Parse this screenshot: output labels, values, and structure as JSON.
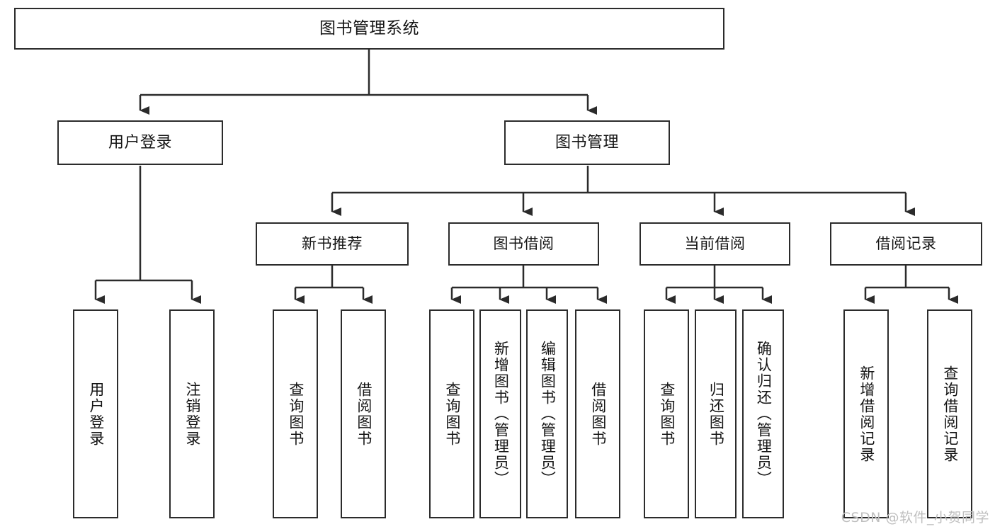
{
  "diagram": {
    "title": "图书管理系统",
    "type": "hierarchy-tree",
    "edge_color": "#2b2b2b",
    "box_border_color": "#2b2b2b",
    "box_fill_color": "#ffffff",
    "text_color": "#141414"
  },
  "nodes": {
    "root": {
      "label": "图书管理系统"
    },
    "level2": [
      {
        "label": "用户登录"
      },
      {
        "label": "图书管理"
      }
    ],
    "level3": [
      {
        "label": "新书推荐"
      },
      {
        "label": "图书借阅"
      },
      {
        "label": "当前借阅"
      },
      {
        "label": "借阅记录"
      }
    ],
    "leaves": [
      {
        "label": "用户登录"
      },
      {
        "label": "注销登录"
      },
      {
        "label": "查询图书"
      },
      {
        "label": "借阅图书"
      },
      {
        "label": "查询图书"
      },
      {
        "label": "新增图书（管理员）"
      },
      {
        "label": "编辑图书（管理员）"
      },
      {
        "label": "借阅图书"
      },
      {
        "label": "查询图书"
      },
      {
        "label": "归还图书"
      },
      {
        "label": "确认归还（管理员）"
      },
      {
        "label": "新增借阅记录"
      },
      {
        "label": "查询借阅记录"
      }
    ]
  },
  "watermark": {
    "text": "CSDN @软件_小贺同学"
  }
}
